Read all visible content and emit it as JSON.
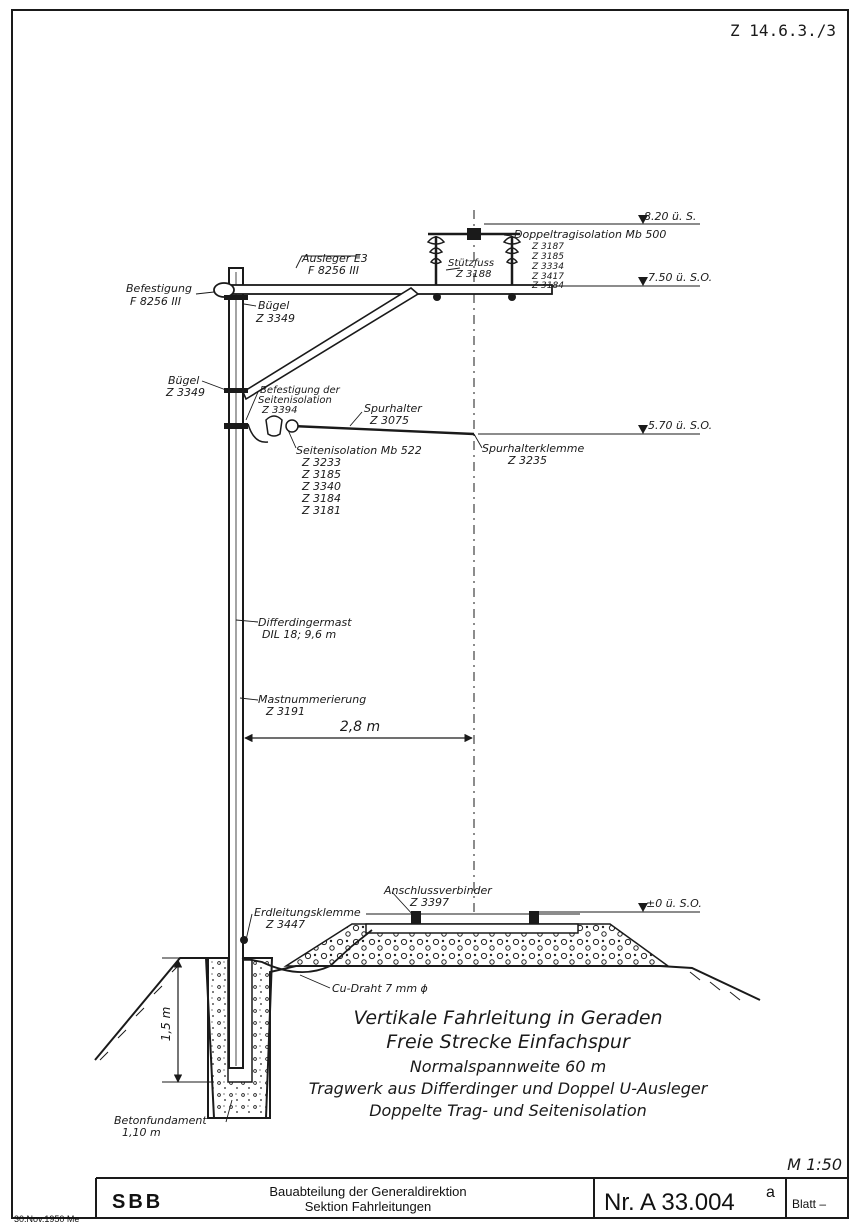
{
  "sheet_ref": "Z 14.6.3./3",
  "scale": "M 1:50",
  "date_stamp": "30.Nov.1950 Me",
  "title_block": {
    "org": "SBB",
    "dept_line1": "Bauabteilung der Generaldirektion",
    "dept_line2": "Sektion Fahrleitungen",
    "drawing_no": "Nr. A 33.004",
    "revision": "a",
    "sheet_label": "Blatt –"
  },
  "levels": {
    "top": "8.20 ü. S.",
    "boom": "7.50 ü. S.O.",
    "steady": "5.70 ü. S.O.",
    "rail": "±0 ü. S.O."
  },
  "labels": {
    "befestigung_top_1": "Befestigung",
    "befestigung_top_2": "F 8256 III",
    "ausleger_1": "Ausleger E3",
    "ausleger_2": "F 8256 III",
    "buegel_top_1": "Bügel",
    "buegel_top_2": "Z 3349",
    "buegel_mid_1": "Bügel",
    "buegel_mid_2": "Z 3349",
    "stuetzfuss_1": "Stützfuss",
    "stuetzfuss_2": "Z 3188",
    "doppeltrag_1": "Doppeltragisolation Mb 500",
    "doppeltrag_parts": [
      "Z 3187",
      "Z 3185",
      "Z 3334",
      "Z 3417",
      "Z 3184"
    ],
    "bef_seiten_1": "Befestigung der",
    "bef_seiten_2": "Seitenisolation",
    "bef_seiten_3": "Z 3394",
    "spurhalter_1": "Spurhalter",
    "spurhalter_2": "Z 3075",
    "seitenisolation_1": "Seitenisolation Mb 522",
    "seitenisolation_parts": [
      "Z 3233",
      "Z 3185",
      "Z 3340",
      "Z 3184",
      "Z 3181"
    ],
    "spurhalterklemme_1": "Spurhalterklemme",
    "spurhalterklemme_2": "Z 3235",
    "mast_1": "Differdingermast",
    "mast_2": "DIL 18; 9,6 m",
    "mastnum_1": "Mastnummerierung",
    "mastnum_2": "Z 3191",
    "distance": "2,8 m",
    "anschluss_1": "Anschlussverbinder",
    "anschluss_2": "Z 3397",
    "erdleitung_1": "Erdleitungsklemme",
    "erdleitung_2": "Z 3447",
    "cu_draht": "Cu-Draht 7 mm ϕ",
    "depth": "1,5 m",
    "beton_1": "Betonfundament",
    "beton_2": "1,10 m"
  },
  "caption": {
    "line1": "Vertikale Fahrleitung in Geraden",
    "line2": "Freie Strecke Einfachspur",
    "line3": "Normalspannweite 60 m",
    "line4": "Tragwerk aus Differdinger und Doppel U-Ausleger",
    "line5": "Doppelte Trag- und Seitenisolation"
  }
}
